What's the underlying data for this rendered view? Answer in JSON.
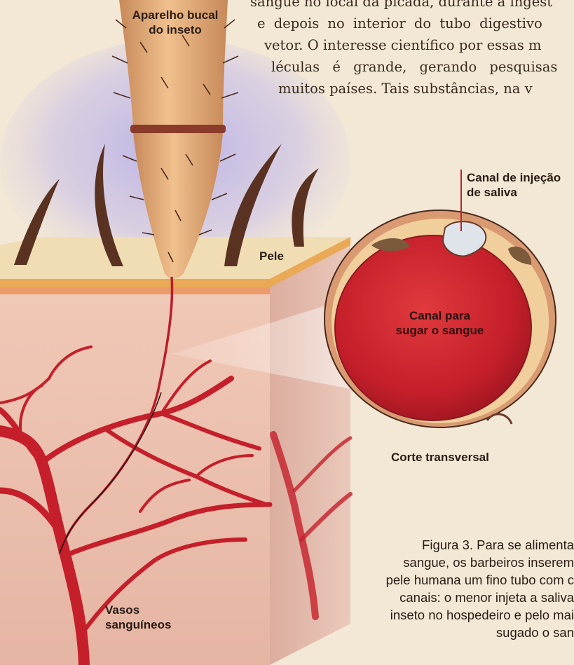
{
  "article_lines": [
    "sangue no local da picada, durante a ingest",
    "e depois no interior do tubo digestivo",
    "vetor. O interesse científico por essas m",
    "léculas é grande, gerando pesquisas",
    "muitos países. Tais substâncias, na v"
  ],
  "labels": {
    "mouthparts": [
      "Aparelho bucal",
      "do inseto"
    ],
    "skin": "Pele",
    "saliva_canal": [
      "Canal de injeção",
      "de saliva"
    ],
    "blood_canal": [
      "Canal para",
      "sugar o sangue"
    ],
    "cross_section": "Corte transversal",
    "vessels": [
      "Vasos",
      "sanguíneos"
    ]
  },
  "caption_lines": [
    "Figura 3. Para se alimenta",
    "sangue, os barbeiros inserem",
    "pele humana um fino tubo com c",
    "canais: o menor injeta a saliva",
    "inseto no hospedeiro e pelo mai",
    "sugado o san"
  ],
  "colors": {
    "background": "#f3e8d6",
    "blood_red": "#c41f2a",
    "skin_tissue": "#e9bfae",
    "skin_surface": "#f1ddb3",
    "mouthpart": "#e8b27a"
  }
}
